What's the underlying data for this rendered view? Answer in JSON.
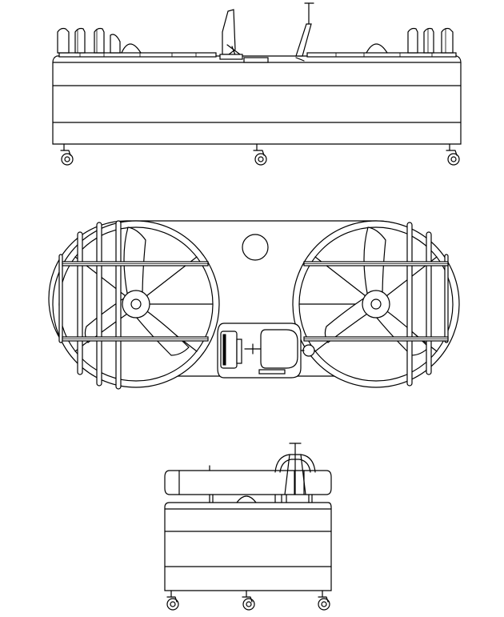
{
  "drawing": {
    "views": [
      {
        "id": "side-elevation"
      },
      {
        "id": "top-plan"
      },
      {
        "id": "end-elevation"
      }
    ],
    "colors": {
      "background": "#ffffff",
      "line": "#000000"
    }
  }
}
